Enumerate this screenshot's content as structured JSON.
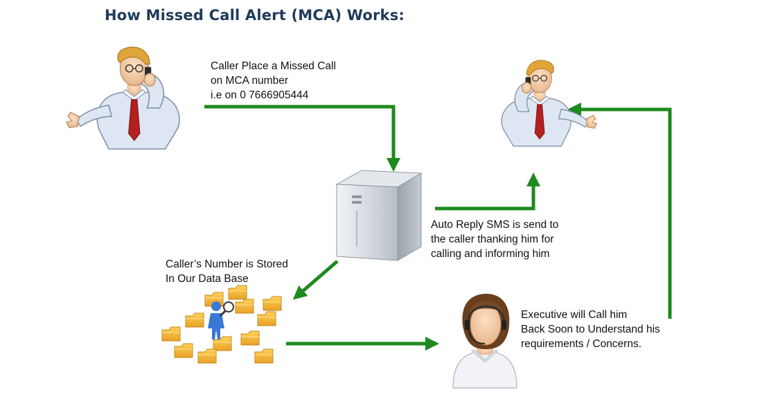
{
  "title": "How Missed Call Alert (MCA) Works:",
  "notes": {
    "caller": [
      "Caller Place a Missed Call",
      "on MCA number",
      "i.e on 0 7666905444"
    ],
    "sms": [
      "Auto Reply SMS is send to",
      "the caller thanking him for",
      "calling and informing him"
    ],
    "database": [
      "Caller’s Number is Stored",
      "In Our Data Base"
    ],
    "executive": [
      "Executive will Call him",
      "Back Soon to Understand his",
      "requirements / Concerns."
    ]
  },
  "colors": {
    "title": "#1f3b5a",
    "arrow": "#1e8a1e",
    "text": "#111111",
    "folder": "#f2b53a",
    "tie": "#b51f1f",
    "shirt": "#dde6f2",
    "server": "#c9d0d6",
    "user_figure": "#3a78d6"
  },
  "icons": [
    "caller-man-icon",
    "receiver-man-icon",
    "server-icon",
    "database-folders-icon",
    "search-user-icon",
    "support-executive-icon"
  ]
}
